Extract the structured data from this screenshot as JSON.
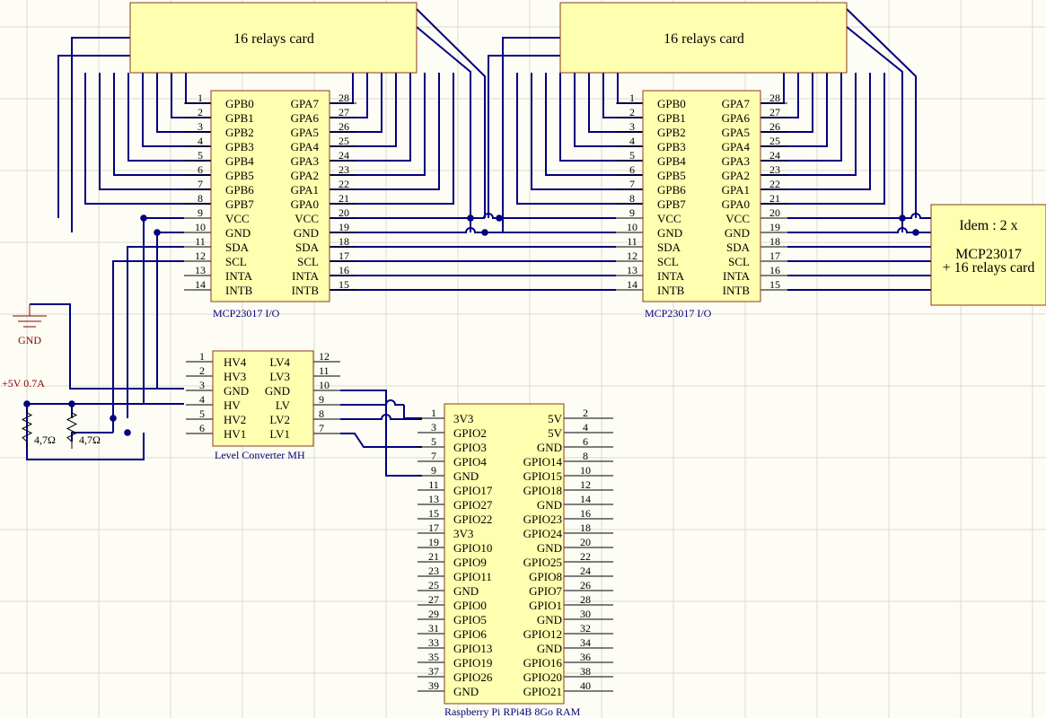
{
  "relay_card_label": "16 relays card",
  "mcp_caption": "MCP23017 I/O",
  "mcp_pins_left": [
    {
      "num": "1",
      "name": "GPB0"
    },
    {
      "num": "2",
      "name": "GPB1"
    },
    {
      "num": "3",
      "name": "GPB2"
    },
    {
      "num": "4",
      "name": "GPB3"
    },
    {
      "num": "5",
      "name": "GPB4"
    },
    {
      "num": "6",
      "name": "GPB5"
    },
    {
      "num": "7",
      "name": "GPB6"
    },
    {
      "num": "8",
      "name": "GPB7"
    },
    {
      "num": "9",
      "name": "VCC"
    },
    {
      "num": "10",
      "name": "GND"
    },
    {
      "num": "11",
      "name": "SDA"
    },
    {
      "num": "12",
      "name": "SCL"
    },
    {
      "num": "13",
      "name": "INTA"
    },
    {
      "num": "14",
      "name": "INTB"
    }
  ],
  "mcp_pins_right": [
    {
      "num": "28",
      "name": "GPA7"
    },
    {
      "num": "27",
      "name": "GPA6"
    },
    {
      "num": "26",
      "name": "GPA5"
    },
    {
      "num": "25",
      "name": "GPA4"
    },
    {
      "num": "24",
      "name": "GPA3"
    },
    {
      "num": "23",
      "name": "GPA2"
    },
    {
      "num": "22",
      "name": "GPA1"
    },
    {
      "num": "21",
      "name": "GPA0"
    },
    {
      "num": "20",
      "name": "VCC"
    },
    {
      "num": "19",
      "name": "GND"
    },
    {
      "num": "18",
      "name": "SDA"
    },
    {
      "num": "17",
      "name": "SCL"
    },
    {
      "num": "16",
      "name": "INTA"
    },
    {
      "num": "15",
      "name": "INTB"
    }
  ],
  "idem_lines": [
    "Idem : 2 x",
    "MCP23017",
    "+ 16 relays card"
  ],
  "gnd_label": "GND",
  "supply_label": "+5V 0.7A",
  "resistor_labels": [
    "4,7Ω",
    "4,7Ω"
  ],
  "level_converter": {
    "caption": "Level Converter MH",
    "left": [
      {
        "num": "1",
        "name": "HV4"
      },
      {
        "num": "2",
        "name": "HV3"
      },
      {
        "num": "3",
        "name": "GND"
      },
      {
        "num": "4",
        "name": "HV"
      },
      {
        "num": "5",
        "name": "HV2"
      },
      {
        "num": "6",
        "name": "HV1"
      }
    ],
    "right": [
      {
        "num": "12",
        "name": "LV4"
      },
      {
        "num": "11",
        "name": "LV3"
      },
      {
        "num": "10",
        "name": "GND"
      },
      {
        "num": "9",
        "name": "LV"
      },
      {
        "num": "8",
        "name": "LV2"
      },
      {
        "num": "7",
        "name": "LV1"
      }
    ]
  },
  "rpi": {
    "caption": "Raspberry Pi RPi4B 8Go RAM",
    "left": [
      {
        "num": "1",
        "name": "3V3"
      },
      {
        "num": "3",
        "name": "GPIO2"
      },
      {
        "num": "5",
        "name": "GPIO3"
      },
      {
        "num": "7",
        "name": "GPIO4"
      },
      {
        "num": "9",
        "name": "GND"
      },
      {
        "num": "11",
        "name": "GPIO17"
      },
      {
        "num": "13",
        "name": "GPIO27"
      },
      {
        "num": "15",
        "name": "GPIO22"
      },
      {
        "num": "17",
        "name": "3V3"
      },
      {
        "num": "19",
        "name": "GPIO10"
      },
      {
        "num": "21",
        "name": "GPIO9"
      },
      {
        "num": "23",
        "name": "GPIO11"
      },
      {
        "num": "25",
        "name": "GND"
      },
      {
        "num": "27",
        "name": "GPIO0"
      },
      {
        "num": "29",
        "name": "GPIO5"
      },
      {
        "num": "31",
        "name": "GPIO6"
      },
      {
        "num": "33",
        "name": "GPIO13"
      },
      {
        "num": "35",
        "name": "GPIO19"
      },
      {
        "num": "37",
        "name": "GPIO26"
      },
      {
        "num": "39",
        "name": "GND"
      }
    ],
    "right": [
      {
        "num": "2",
        "name": "5V"
      },
      {
        "num": "4",
        "name": "5V"
      },
      {
        "num": "6",
        "name": "GND"
      },
      {
        "num": "8",
        "name": "GPIO14"
      },
      {
        "num": "10",
        "name": "GPIO15"
      },
      {
        "num": "12",
        "name": "GPIO18"
      },
      {
        "num": "14",
        "name": "GND"
      },
      {
        "num": "16",
        "name": "GPIO23"
      },
      {
        "num": "18",
        "name": "GPIO24"
      },
      {
        "num": "20",
        "name": "GND"
      },
      {
        "num": "22",
        "name": "GPIO25"
      },
      {
        "num": "24",
        "name": "GPIO8"
      },
      {
        "num": "26",
        "name": "GPIO7"
      },
      {
        "num": "28",
        "name": "GPIO1"
      },
      {
        "num": "30",
        "name": "GND"
      },
      {
        "num": "32",
        "name": "GPIO12"
      },
      {
        "num": "34",
        "name": "GND"
      },
      {
        "num": "36",
        "name": "GPIO16"
      },
      {
        "num": "38",
        "name": "GPIO20"
      },
      {
        "num": "40",
        "name": "GPIO21"
      }
    ]
  },
  "colors": {
    "wire": "#000080",
    "component_fill": "#ffffb0",
    "component_stroke": "#8a3a1a",
    "pin_text": "#000000",
    "caption": "#000080",
    "supply": "#8b0000",
    "background": "#fdfdf5"
  }
}
